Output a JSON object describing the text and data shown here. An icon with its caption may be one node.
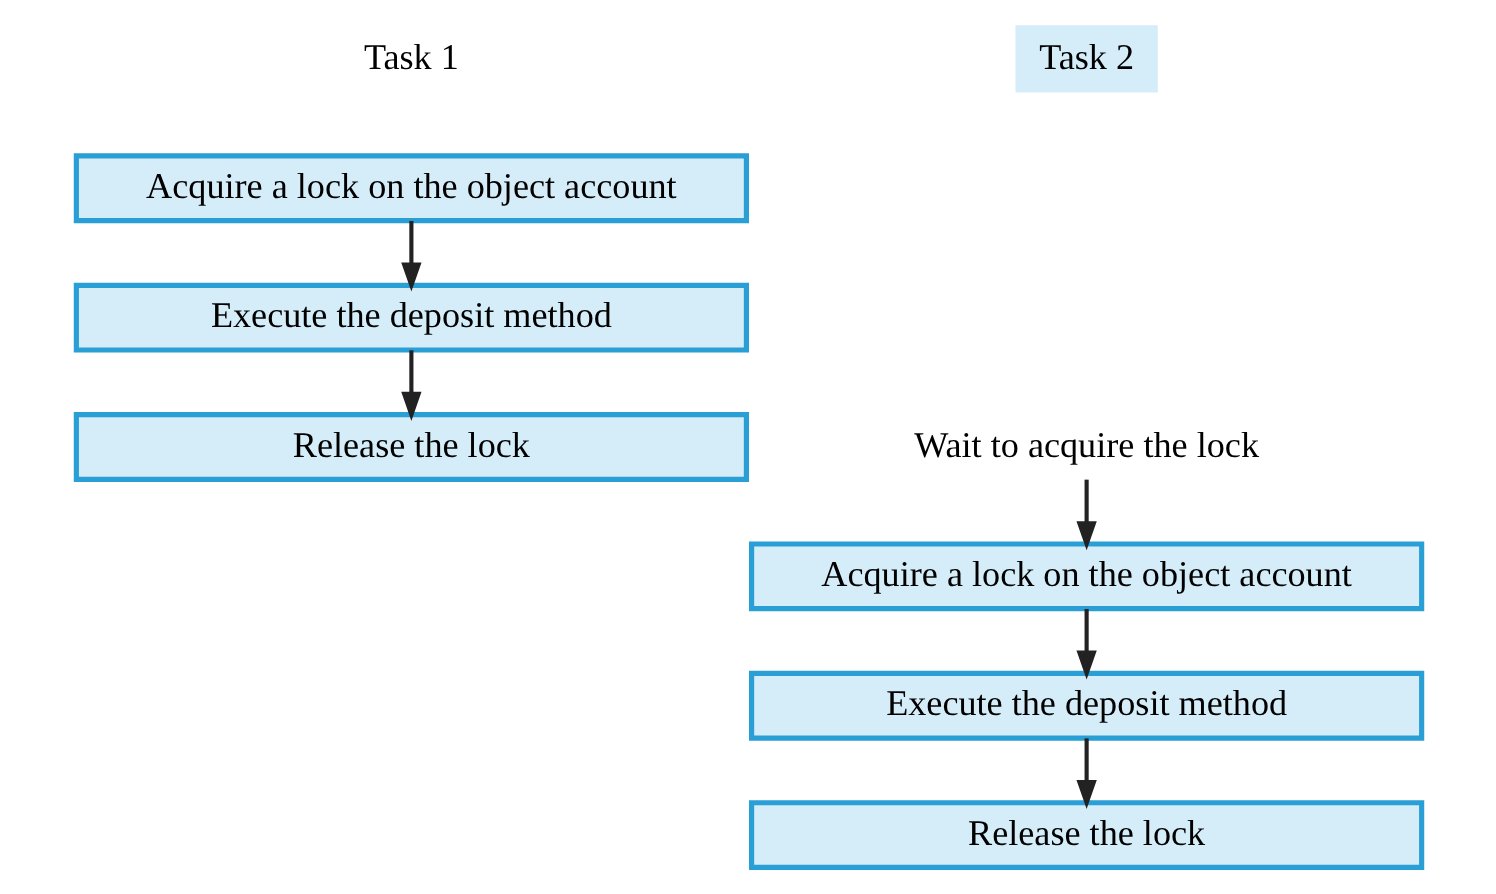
{
  "diagram": {
    "nodes": [
      {
        "text": [
          "Acquire a lock on the object account"
        ]
      },
      {
        "text": [
          "Execute the deposit method"
        ]
      },
      {
        "text": [
          "Release the lock"
        ]
      },
      {
        "text": [
          "Task 2"
        ]
      },
      {
        "text": [
          "Wait to acquire the lock"
        ]
      },
      {
        "text": [
          "Acquire a lock on the object account"
        ]
      },
      {
        "text": [
          "Execute the deposit method"
        ]
      },
      {
        "text": [
          "Release the lock"
        ]
      }
    ],
    "edges": [
      {
        "from": 0,
        "to": 1,
        "arrow": "to"
      },
      {
        "from": 1,
        "to": 2,
        "arrow": "to"
      },
      {
        "from": 4,
        "to": 5,
        "arrow": "to"
      },
      {
        "from": 5,
        "to": 6,
        "arrow": "to"
      },
      {
        "from": 6,
        "to": 7,
        "arrow": "to"
      }
    ],
    "labels": [
      "Task 1"
    ]
  }
}
